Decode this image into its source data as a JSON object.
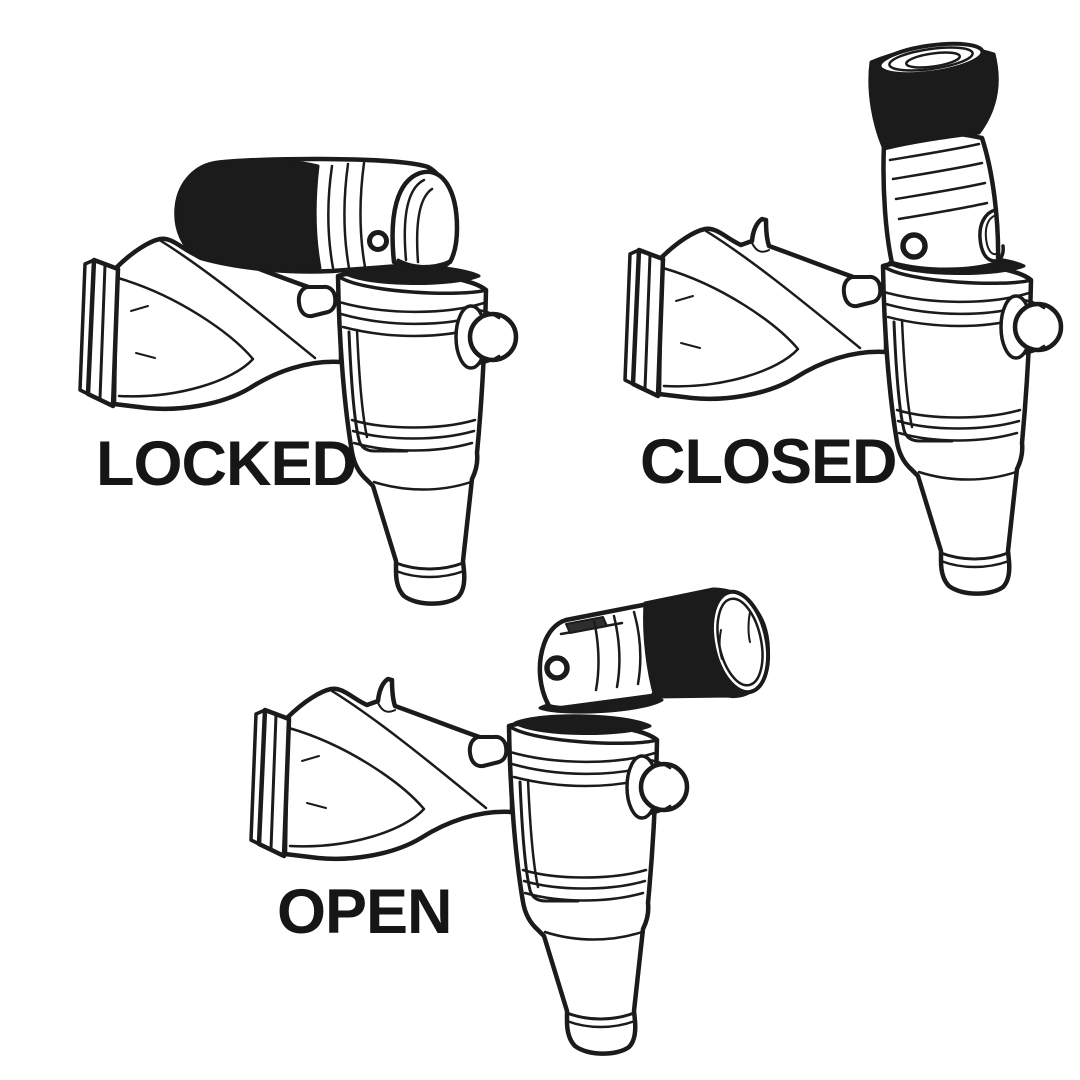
{
  "diagram": {
    "background": "#ffffff",
    "line_color": "#1b1b1b",
    "figures": [
      {
        "label": "LOCKED",
        "illustration": "keg-tap-handle-folded-flat-illustration"
      },
      {
        "label": "CLOSED",
        "illustration": "keg-tap-handle-upright-illustration"
      },
      {
        "label": "OPEN",
        "illustration": "keg-tap-handle-tilted-open-illustration"
      }
    ]
  }
}
